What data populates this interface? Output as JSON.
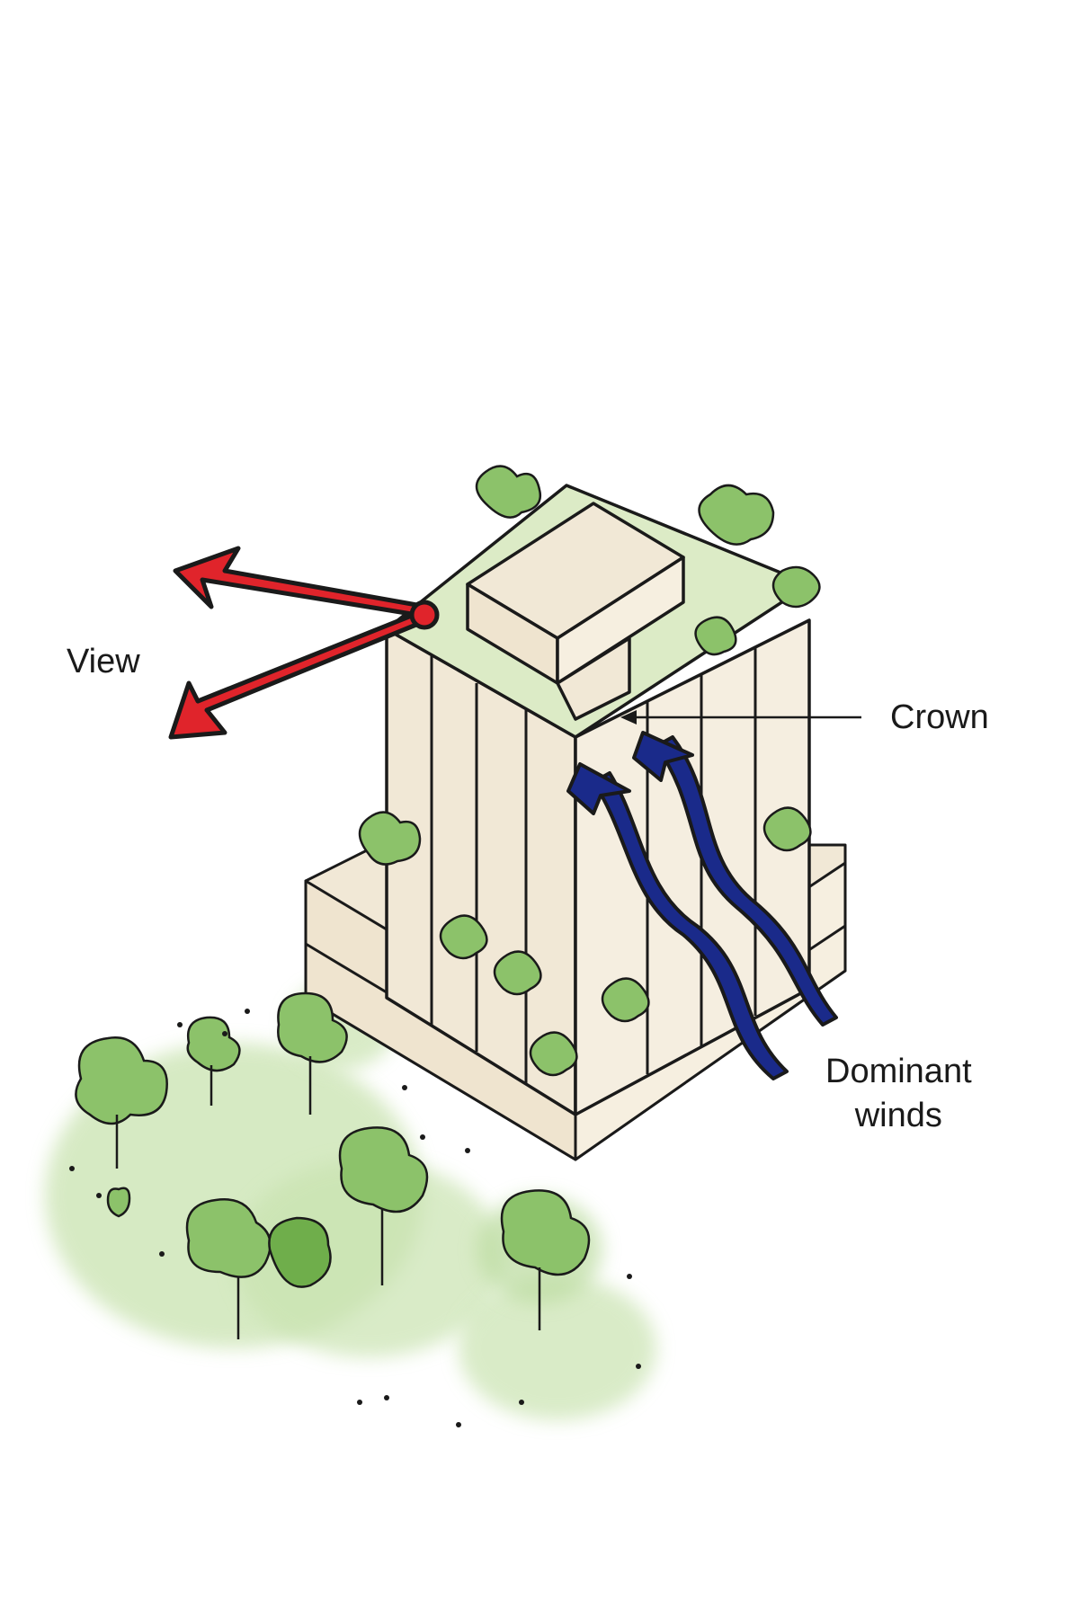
{
  "labels": {
    "view": "View",
    "crown": "Crown",
    "dominant_winds_line1": "Dominant",
    "dominant_winds_line2": "winds"
  },
  "colors": {
    "background": "#ffffff",
    "building_fill": "#f1e8d6",
    "outline": "#1a1a1a",
    "greenery": "#8cc26a",
    "greenery_light": "#c9e3b0",
    "view_arrow": "#e0242b",
    "wind_arrow": "#1a2a8a"
  },
  "icons": {
    "view_arrows": "red-arrow-icon",
    "wind_arrows": "blue-wind-arrow-icon",
    "trees": "tree-icon"
  }
}
